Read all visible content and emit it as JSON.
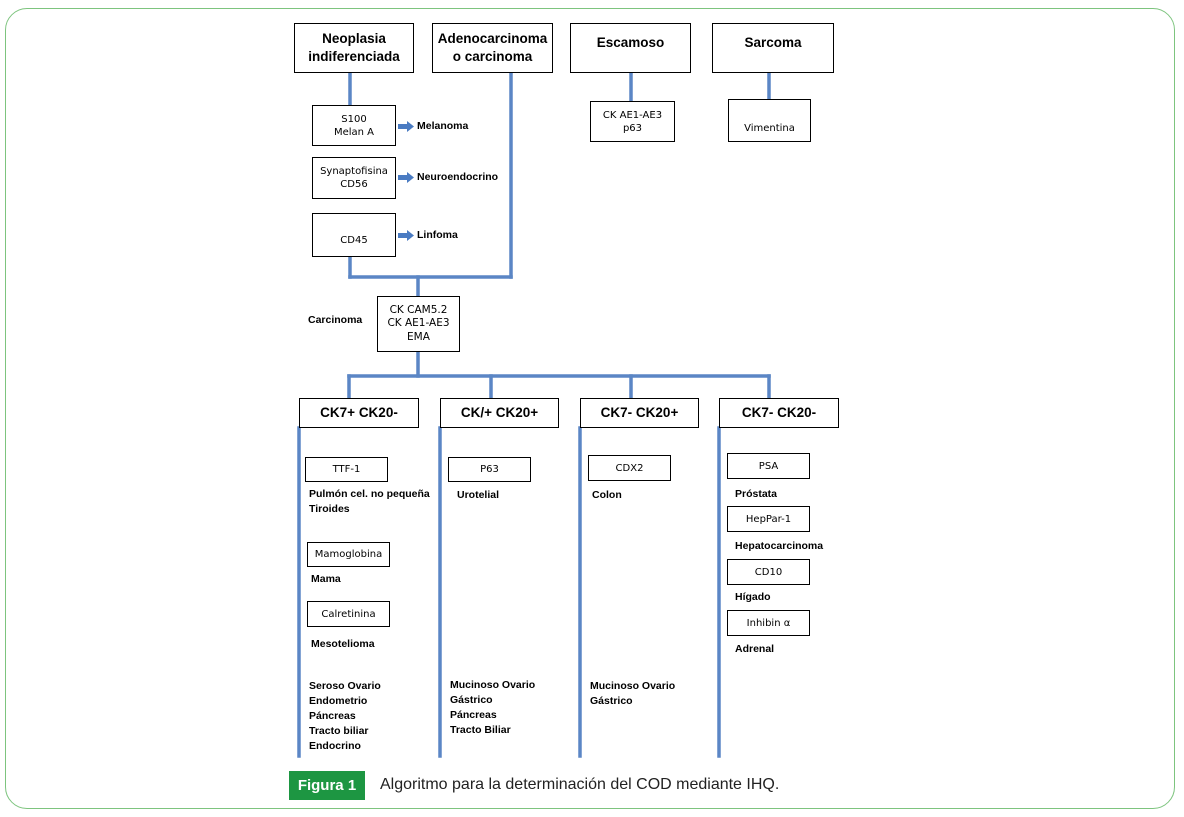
{
  "headers": {
    "neoplasia": "Neoplasia\nindiferenciada",
    "adeno": "Adenocarcinoma\no carcinoma",
    "escamoso": "Escamoso",
    "sarcoma": "Sarcoma"
  },
  "markers": {
    "s100": "S100\nMelan A",
    "synapto": "Synaptofisina\nCD56",
    "cd45": "CD45",
    "ck_ae": "CK AE1-AE3\np63",
    "vimentina": "Vimentina",
    "ck_cam": "CK CAM5.2\nCK AE1-AE3\nEMA"
  },
  "results": {
    "melanoma": "Melanoma",
    "neuroendocrino": "Neuroendocrino",
    "linfoma": "Linfoma",
    "carcinoma": "Carcinoma"
  },
  "branches": [
    {
      "header": "CK7+ CK20-",
      "items": [
        {
          "marker": "TTF-1",
          "label": "Pulmón cel. no pequeña\nTiroides"
        },
        {
          "marker": "Mamoglobina",
          "label": "Mama"
        },
        {
          "marker": "Calretinina",
          "label": "Mesotelioma"
        }
      ],
      "bottom": "Seroso Ovario\nEndometrio\nPáncreas\nTracto biliar\nEndocrino"
    },
    {
      "header": "CK/+ CK20+",
      "items": [
        {
          "marker": "P63",
          "label": "Urotelial"
        }
      ],
      "bottom": "Mucinoso Ovario\nGástrico\nPáncreas\nTracto Biliar"
    },
    {
      "header": "CK7- CK20+",
      "items": [
        {
          "marker": "CDX2",
          "label": "Colon"
        }
      ],
      "bottom": "Mucinoso Ovario\nGástrico"
    },
    {
      "header": "CK7- CK20-",
      "items": [
        {
          "marker": "PSA",
          "label": "Próstata"
        },
        {
          "marker": "HepPar-1",
          "label": "Hepatocarcinoma"
        },
        {
          "marker": "CD10",
          "label": "Hígado"
        },
        {
          "marker": "Inhibin α",
          "label": "Adrenal"
        }
      ],
      "bottom": ""
    }
  ],
  "figure": {
    "tag": "Figura 1",
    "caption": "Algoritmo para la determinación del COD mediante IHQ."
  },
  "colors": {
    "connector": "#5b86c5",
    "arrow": "#4a7bc2",
    "tag_bg": "#1d9642",
    "frame": "#7dc47e"
  }
}
